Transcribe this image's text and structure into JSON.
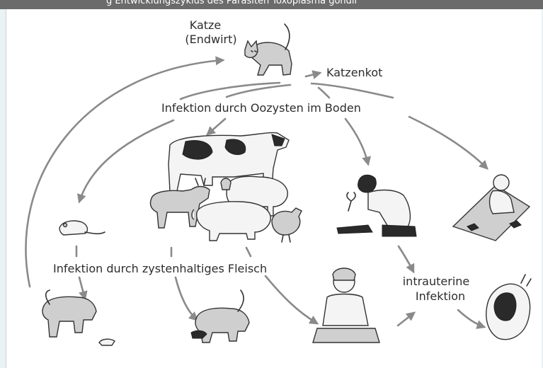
{
  "header": {
    "title_fragment": "g Entwicklungszyklus des Parasiten Toxoplasma gondii"
  },
  "labels": {
    "cat_line1": "Katze",
    "cat_line2": "(Endwirt)",
    "feces": "Katzenkot",
    "soil_infection": "Infektion durch Oozysten im Boden",
    "meat_infection": "Infektion durch zystenhaltiges Fleisch",
    "intrauterine_line1": "intrauterine",
    "intrauterine_line2": "Infektion"
  },
  "icons": [
    "cat-icon",
    "cow-icon",
    "sheep-icon",
    "goat-icon",
    "pig-icon",
    "chicken-icon",
    "mouse-icon",
    "gardener-icon",
    "child-sandbox-icon",
    "cat-eating-mouse-icon",
    "cat-eating-meat-icon",
    "woman-eating-icon",
    "fetus-uterus-icon"
  ],
  "colors": {
    "background": "#e9f3f5",
    "panel": "#ffffff",
    "header": "#6b6b6b",
    "arrow": "#8a8a8a",
    "text": "#2d2d2d"
  }
}
